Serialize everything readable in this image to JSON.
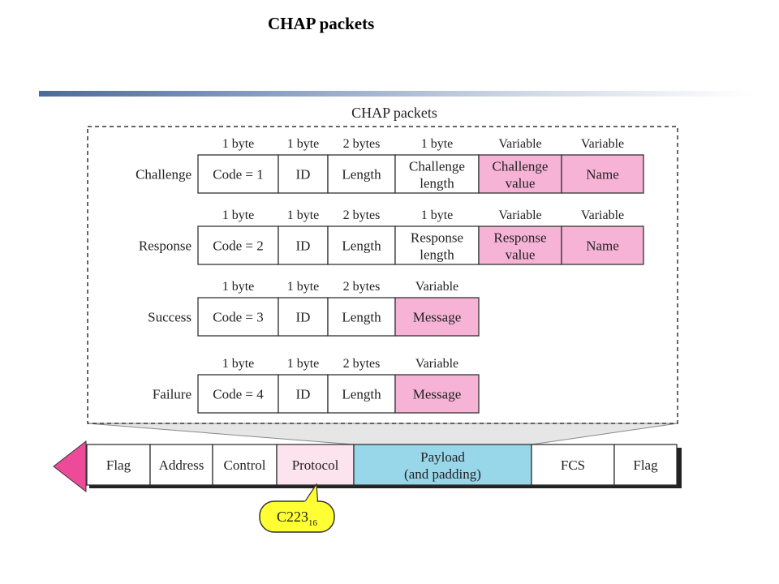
{
  "slide_title": "CHAP packets",
  "figure_title": "CHAP packets",
  "colors": {
    "pink": "#f6b3d6",
    "blue": "#98d7ea",
    "light_pink": "#fde3ee",
    "yellow": "#ffff33",
    "arrow": "#ee4a9a"
  },
  "packets": [
    {
      "label": "Challenge",
      "sizes": [
        "1 byte",
        "1 byte",
        "2 bytes",
        "1 byte",
        "Variable",
        "Variable"
      ],
      "fields": [
        "Code = 1",
        "ID",
        "Length",
        "Challenge|length",
        "Challenge|value",
        "Name"
      ]
    },
    {
      "label": "Response",
      "sizes": [
        "1 byte",
        "1 byte",
        "2 bytes",
        "1 byte",
        "Variable",
        "Variable"
      ],
      "fields": [
        "Code = 2",
        "ID",
        "Length",
        "Response|length",
        "Response|value",
        "Name"
      ]
    },
    {
      "label": "Success",
      "sizes": [
        "1 byte",
        "1 byte",
        "2 bytes",
        "Variable"
      ],
      "fields": [
        "Code = 3",
        "ID",
        "Length",
        "Message"
      ]
    },
    {
      "label": "Failure",
      "sizes": [
        "1 byte",
        "1 byte",
        "2 bytes",
        "Variable"
      ],
      "fields": [
        "Code = 4",
        "ID",
        "Length",
        "Message"
      ]
    }
  ],
  "frame": {
    "fields": [
      "Flag",
      "Address",
      "Control",
      "Protocol",
      "Payload|(and padding)",
      "FCS",
      "Flag"
    ]
  },
  "callout": {
    "main": "C223",
    "sub": "16"
  }
}
